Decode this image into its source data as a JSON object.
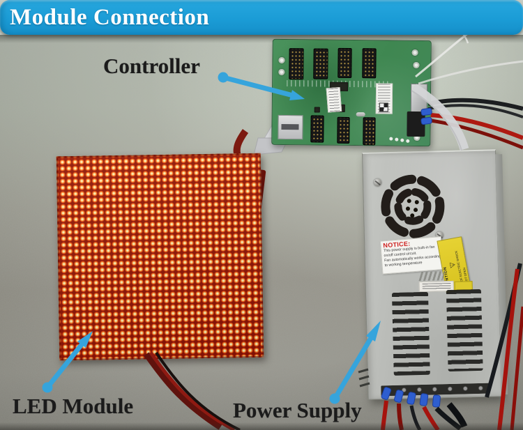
{
  "banner": {
    "title": "Module Connection"
  },
  "annotations": {
    "controller": {
      "label": "Controller"
    },
    "led_module": {
      "label": "LED Module"
    },
    "power_supply": {
      "label": "Power Supply"
    }
  },
  "power_supply_unit": {
    "notice_label": {
      "heading": "NOTICE:",
      "lines": [
        "This power supply is built-in fan",
        "on/off control circuit.",
        "Fan automatically works according",
        "to working temperature"
      ]
    },
    "attention_label": {
      "vertical_text": "ATTENTION",
      "warning_icon": "⚠",
      "warning_line1": "RISK OF ELECTRIC SHOCK",
      "warning_line2": "DO NOT OPEN"
    }
  },
  "colors": {
    "banner_blue": "#1B9CD6",
    "arrow_blue": "#36A4DC",
    "pcb_green": "#448A57",
    "led_board_red": "#8D1204",
    "led_dot_amber": "#FFC258",
    "psu_silver": "#B7B9B5",
    "attention_yellow": "#DCC92C",
    "notice_red": "#CF2020",
    "background_grey": "#A5A59B"
  }
}
